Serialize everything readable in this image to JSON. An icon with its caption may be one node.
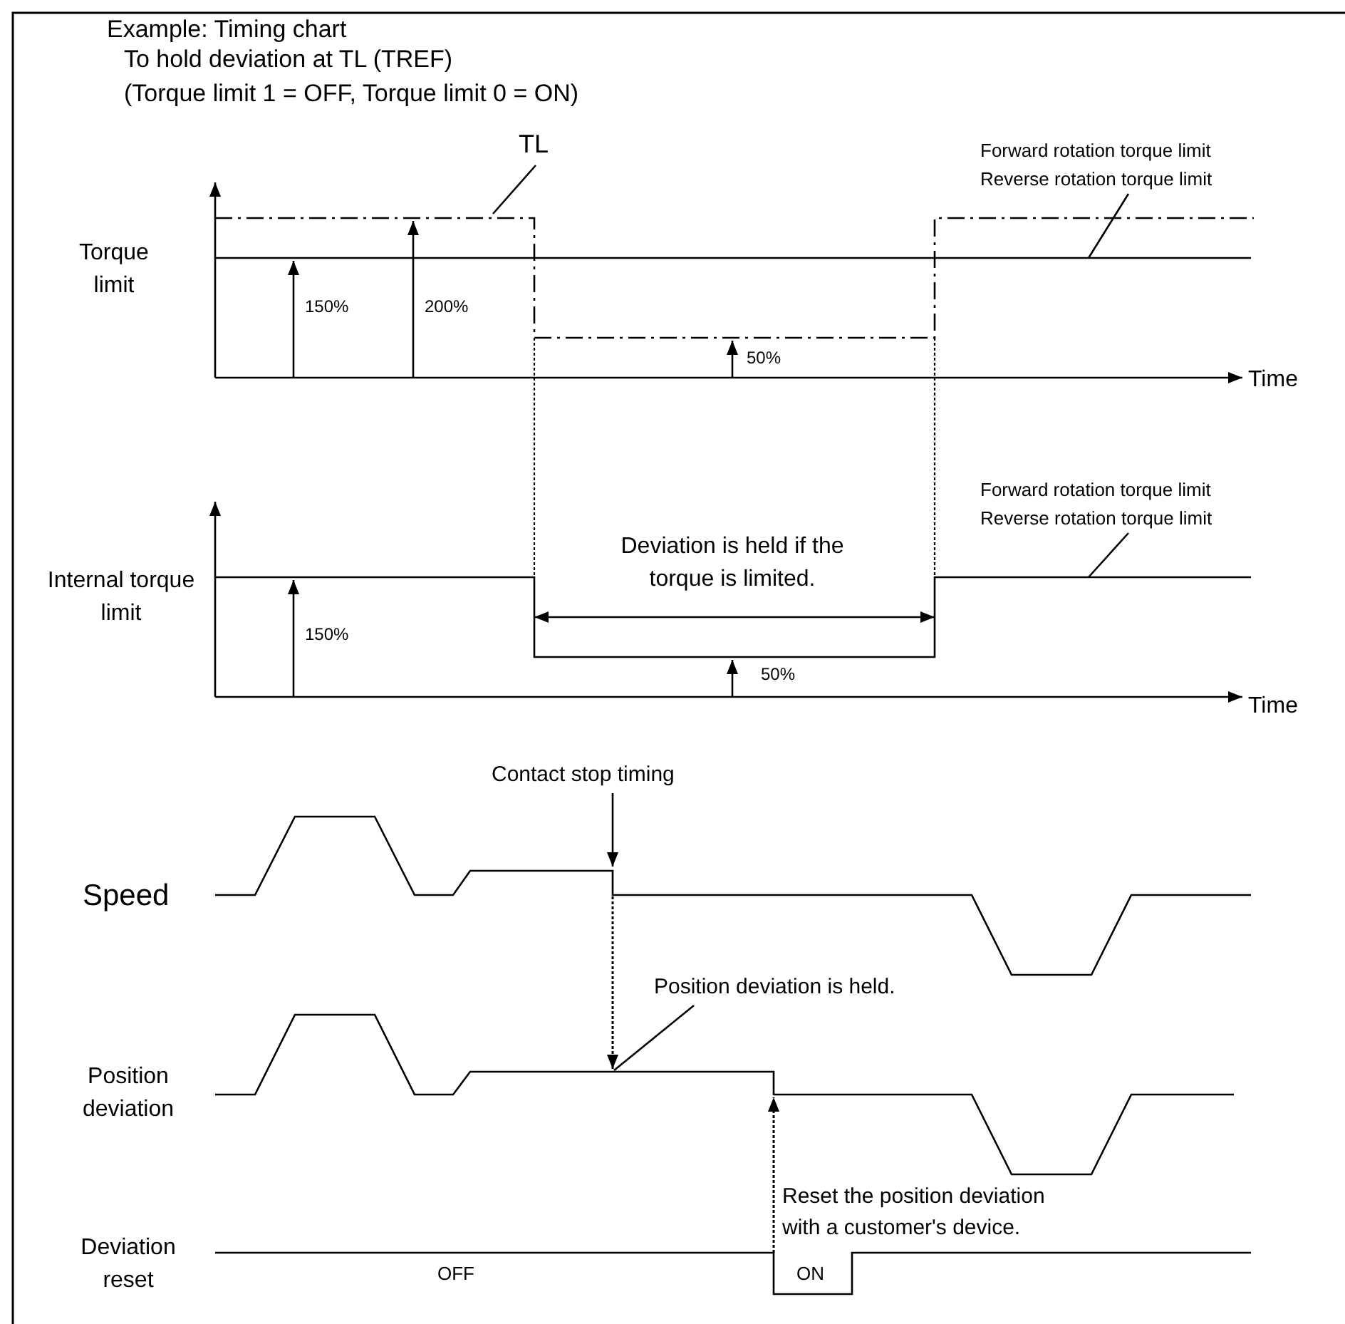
{
  "diagram": {
    "title": "Example: Timing chart",
    "nodes": [
      {
        "text": [
          "TL"
        ]
      },
      {
        "text": [
          "Forward rotation torque limit",
          "Reverse rotation torque limit"
        ]
      },
      {
        "text": [
          "Forward rotation torque limit",
          "Reverse rotation torque limit"
        ]
      },
      {
        "text": [
          "Position deviation is held."
        ]
      },
      {
        "text": [
          "Contact stop timing"
        ]
      }
    ],
    "edges": [
      {
        "from": 0,
        "to": null,
        "arrow": "none"
      },
      {
        "from": 1,
        "to": null,
        "arrow": "none"
      },
      {
        "from": 2,
        "to": null,
        "arrow": "none"
      },
      {
        "from": 3,
        "to": null,
        "arrow": "none"
      },
      {
        "from": 4,
        "to": null,
        "arrow": "to"
      }
    ],
    "labels": [
      "To hold deviation at TL (TREF)",
      "(Torque limit 1 = OFF, Torque limit 0 = ON)",
      "Torque limit",
      "150%",
      "200%",
      "50%",
      "Time",
      "Internal torque limit",
      "Deviation is held if the torque is limited.",
      "150%",
      "50%",
      "Time",
      "Speed",
      "Position deviation",
      "Reset the position deviation with a customer's device.",
      "Deviation reset",
      "OFF",
      "ON"
    ]
  }
}
